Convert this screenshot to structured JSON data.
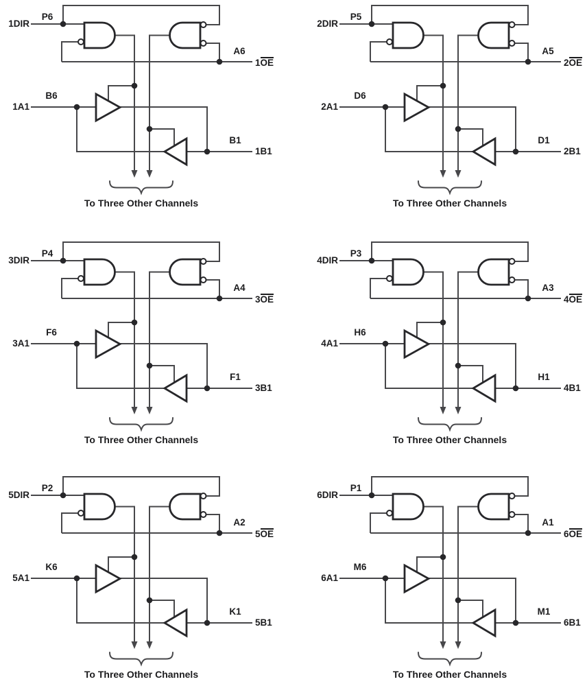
{
  "figure": {
    "type": "logic-diagram",
    "description_note": "To Three Other Channels",
    "columns": 2,
    "rows": 3
  },
  "colors": {
    "wire": "#47474a",
    "gate": "#27272a",
    "text": "#1c1c1e",
    "background": "#ffffff"
  },
  "channels": [
    {
      "dir_label": "1DIR",
      "dir_pin": "P6",
      "oe_pin": "A6",
      "oe_number": "1",
      "oe_name": "OE",
      "a_label": "1A1",
      "a_pin": "B6",
      "b_pin": "B1",
      "b_label": "1B1",
      "note": "To Three Other Channels"
    },
    {
      "dir_label": "2DIR",
      "dir_pin": "P5",
      "oe_pin": "A5",
      "oe_number": "2",
      "oe_name": "OE",
      "a_label": "2A1",
      "a_pin": "D6",
      "b_pin": "D1",
      "b_label": "2B1",
      "note": "To Three Other Channels"
    },
    {
      "dir_label": "3DIR",
      "dir_pin": "P4",
      "oe_pin": "A4",
      "oe_number": "3",
      "oe_name": "OE",
      "a_label": "3A1",
      "a_pin": "F6",
      "b_pin": "F1",
      "b_label": "3B1",
      "note": "To Three Other Channels"
    },
    {
      "dir_label": "4DIR",
      "dir_pin": "P3",
      "oe_pin": "A3",
      "oe_number": "4",
      "oe_name": "OE",
      "a_label": "4A1",
      "a_pin": "H6",
      "b_pin": "H1",
      "b_label": "4B1",
      "note": "To Three Other Channels"
    },
    {
      "dir_label": "5DIR",
      "dir_pin": "P2",
      "oe_pin": "A2",
      "oe_number": "5",
      "oe_name": "OE",
      "a_label": "5A1",
      "a_pin": "K6",
      "b_pin": "K1",
      "b_label": "5B1",
      "note": "To Three Other Channels"
    },
    {
      "dir_label": "6DIR",
      "dir_pin": "P1",
      "oe_pin": "A1",
      "oe_number": "6",
      "oe_name": "OE",
      "a_label": "6A1",
      "a_pin": "M6",
      "b_pin": "M1",
      "b_label": "6B1",
      "note": "To Three Other Channels"
    }
  ],
  "layout": {
    "column_x": [
      0,
      450
    ],
    "row_y": [
      0,
      345,
      687
    ]
  }
}
